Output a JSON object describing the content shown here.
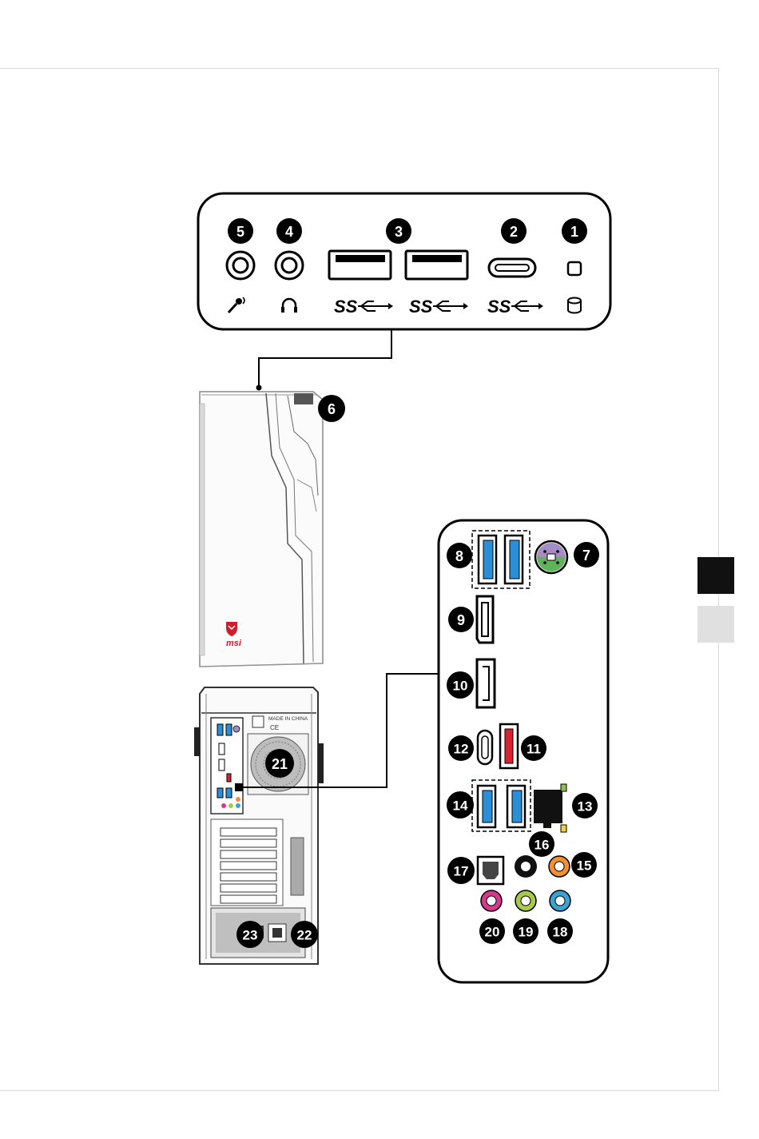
{
  "front_panel": {
    "callouts": [
      "1",
      "2",
      "3",
      "4",
      "5"
    ],
    "usb_logo_text": "SS",
    "icons": [
      "hdd-led-icon",
      "usb-superspeed-icon",
      "headphone-icon",
      "microphone-icon"
    ]
  },
  "tower_callout": "6",
  "brand_logo": "msi",
  "rear_labels": {
    "made_in": "MADE IN CHINA",
    "ce": "CE"
  },
  "io_panel": {
    "callouts": [
      "7",
      "8",
      "9",
      "10",
      "11",
      "12",
      "13",
      "14",
      "15",
      "16",
      "17",
      "18",
      "19",
      "20"
    ]
  },
  "rear_callouts": [
    "21",
    "22",
    "23"
  ],
  "colors": {
    "usb_blue": "#2a8fd6",
    "usb_red": "#d8242f",
    "ps2_purple": "#a58cc2",
    "ps2_green": "#5fb45a",
    "audio_pink": "#d6398b",
    "audio_lime": "#a9c94a",
    "audio_blue": "#3aa3d4",
    "audio_orange": "#f09035",
    "side_tab_dark": "#111111",
    "side_tab_light": "#e0e0e0"
  }
}
